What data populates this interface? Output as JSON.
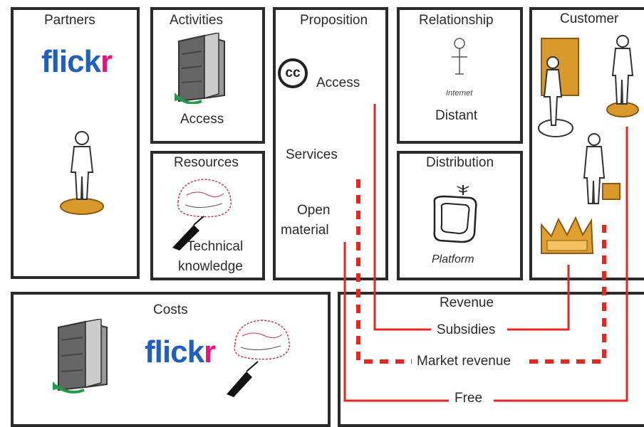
{
  "partners": {
    "title": "Partners",
    "logo_text_blue": "flick",
    "logo_text_pink": "r"
  },
  "activities": {
    "title": "Activities",
    "item": "Access",
    "icon": "server-cabinet-icon"
  },
  "resources": {
    "title": "Resources",
    "item_line1": "Technical",
    "item_line2": "knowledge",
    "icon": "brain-sketch-icon"
  },
  "proposition": {
    "title": "Proposition",
    "cc_badge": "cc",
    "item1": "Access",
    "item2": "Services",
    "item3_line1": "Open",
    "item3_line2": "material"
  },
  "relationship": {
    "title": "Relationship",
    "small_caption": "Internet",
    "item": "Distant"
  },
  "distribution": {
    "title": "Distribution",
    "item": "Platform"
  },
  "customer": {
    "title": "Customer"
  },
  "costs": {
    "title": "Costs",
    "logo_text_blue": "flick",
    "logo_text_pink": "r"
  },
  "revenue": {
    "title": "Revenue",
    "stream1": "Subsidies",
    "stream2": "Market revenue",
    "stream3": "Free"
  },
  "colors": {
    "frame": "#2b2b2b",
    "flow_line": "#e8261f",
    "coin": "#d99a2b",
    "flickr_blue": "#1e5fc0",
    "flickr_pink": "#e6127e"
  }
}
